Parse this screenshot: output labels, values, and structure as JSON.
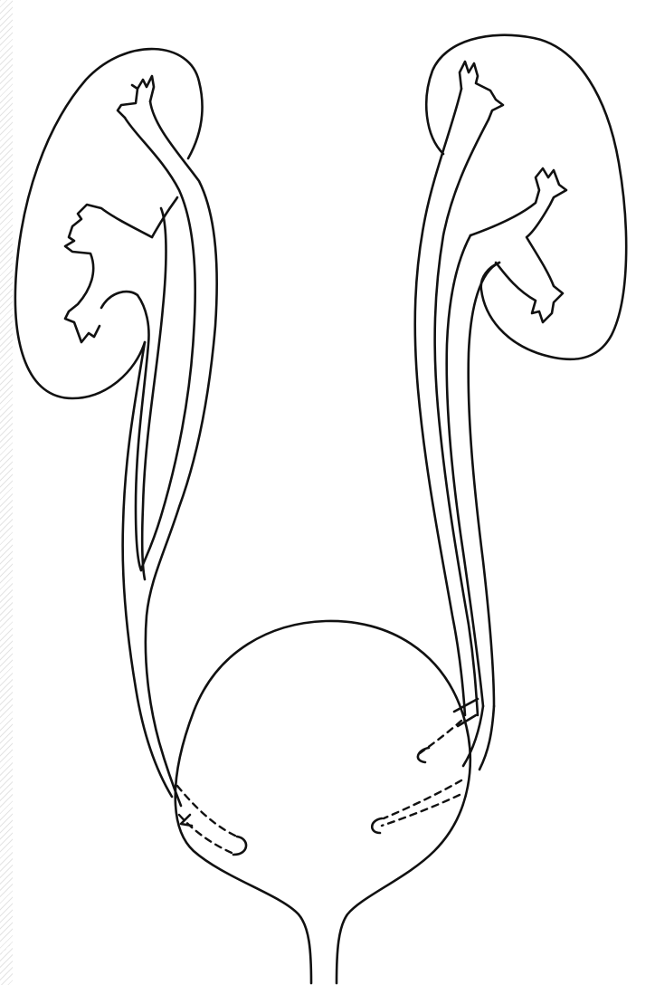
{
  "figure": {
    "line_color": "#111111",
    "background_color": "#ffffff",
    "parts": [
      "left-kidney",
      "right-kidney",
      "left-ureter-duplex",
      "right-ureter-duplex",
      "bladder",
      "urethra",
      "ureteric-orifices"
    ]
  }
}
